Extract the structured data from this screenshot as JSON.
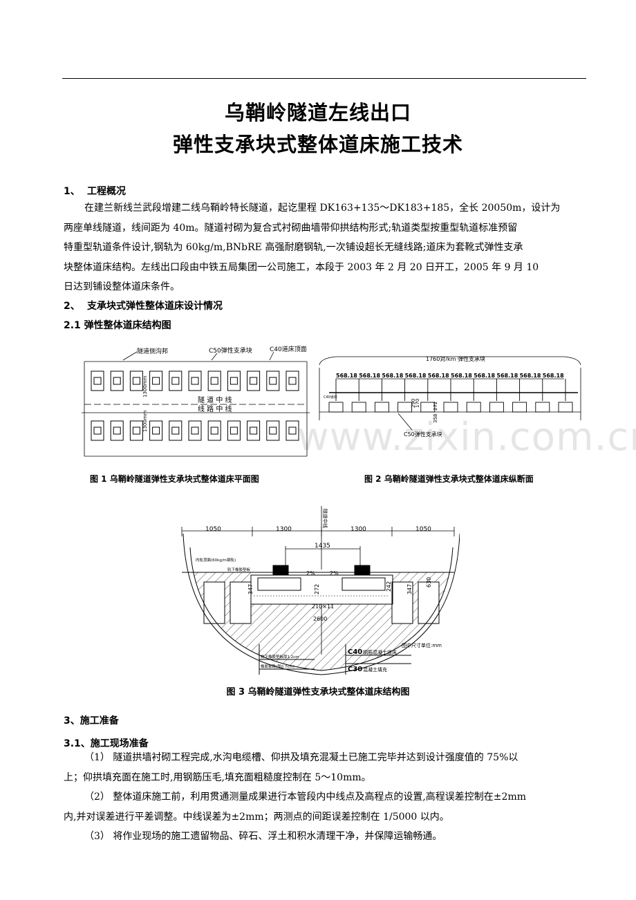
{
  "doc": {
    "title_line1": "乌鞘岭隧道左线出口",
    "title_line2": "弹性支承块式整体道床施工技术"
  },
  "sec1": {
    "num": "1、",
    "heading": "工程概况",
    "lines": [
      "在建兰新线兰武段增建二线乌鞘岭特长隧道，起讫里程 DK163+135～DK183+185，全长 20050m，设计为",
      "两座单线隧道，线间距为 40m。隧道衬砌为复合式衬砌曲墙带仰拱结构形式;轨道类型按重型轨道标准预留",
      "特重型轨道条件设计,钢轨为 60kg/m,BNbRE 高强耐磨钢轨,一次铺设超长无缝线路;道床为套靴式弹性支承",
      "块整体道床结构。左线出口段由中铁五局集团一公司施工，本段于 2003 年 2 月 20 日开工，2005 年 9 月 10",
      "日达到铺设整体道床条件。"
    ]
  },
  "sec2": {
    "num": "2、",
    "heading": "支承块式弹性整体道床设计情况",
    "sub_heading": "2.1 弹性整体道床结构图"
  },
  "fig1": {
    "label_ditch": "隧道侧沟邦",
    "label_block": "C50弹性支承块",
    "label_bed": "C40道床顶面",
    "label_tunnel_center": "隧 道 中 线",
    "label_line_center": "线 路 中 线",
    "label_dim_top": "1300mm",
    "label_dim_bottom": "1300mm",
    "caption": "图 1  乌鞘岭隧道弹性支承块式整体道床平面图"
  },
  "fig2": {
    "label_top": "1760对/km 弹性支承块",
    "spacing": "568.18",
    "label_bottom": "C50弹性支承块",
    "label_left": "C40道床",
    "dim_a": "290",
    "dim_b": "170",
    "dim_c": "272",
    "dim_d": "358",
    "caption": "图 2  乌鞘岭隧道弹性支承块式整体道床纵断面"
  },
  "fig3": {
    "dims_top": [
      "1050",
      "1300",
      "1300",
      "1050"
    ],
    "gauge": "1435",
    "vertical_label": "隧道中线",
    "label_rail_top": "内轨顶面(60kg/m钢轨)",
    "label_pad": "轨下橡胶垫板",
    "slope_left": "2%",
    "slope_right": "2%",
    "dim_left": "347",
    "dim_right": "347",
    "dim_mid_left": "272",
    "dim_mid_right": "242",
    "dim_far_right": "630",
    "bottom_dim1": "210×11",
    "bottom_dim2": "2600",
    "unit_note": "图中尺寸单位:mm",
    "label_sub1": "枕下橡胶垫板厚1.2cm",
    "label_sub2": "橡胶套靴(厚0.7cm)",
    "c40_grade": "C40",
    "c40_desc": "钢筋混凝土道床",
    "c30_grade": "C30",
    "c30_desc": "混凝土填充",
    "caption": "图 3    乌鞘岭隧道弹性支承块式整体道床结构图"
  },
  "sec3": {
    "heading": "3、施工准备",
    "sub_heading": "3.1、施工现场准备",
    "lines": [
      "（1）  隧道拱墙衬砌工程完成,水沟电缆槽、仰拱及填充混凝土已施工完毕并达到设计强度值的 75%以",
      "上；仰拱填充面在施工时,用钢筋压毛,填充面粗糙度控制在 5～10mm。",
      "（2）  整体道床施工前，利用贯通测量成果进行本管段内中线点及高程点的设置,高程误差控制在±2mm",
      "内,并对误差进行平差调整。中线误差为±2mm；两测点的间距误差控制在 1/5000 以内。",
      "（3）  将作业现场的施工遗留物品、碎石、浮土和积水清理干净，并保障运输畅通。"
    ]
  },
  "watermark": "www.zixin.com.cn"
}
